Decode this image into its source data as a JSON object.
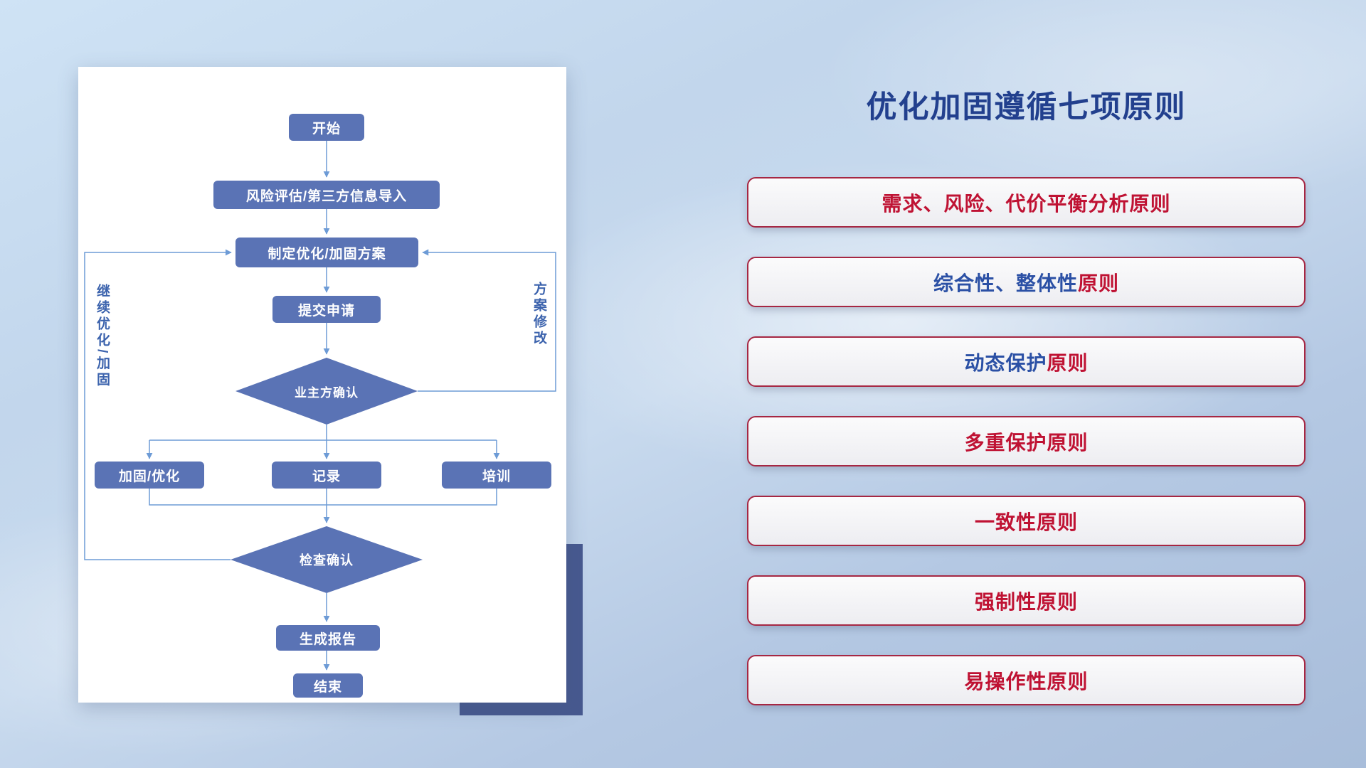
{
  "flowchart": {
    "nodes": {
      "start": "开始",
      "risk": "风险评估/第三方信息导入",
      "plan": "制定优化/加固方案",
      "submit": "提交申请",
      "owner_confirm": "业主方确认",
      "harden": "加固/优化",
      "record": "记录",
      "training": "培训",
      "check_confirm": "检查确认",
      "report": "生成报告",
      "end": "结束"
    },
    "edge_labels": {
      "continue_loop": "继续优化/加固",
      "plan_revise": "方案修改"
    }
  },
  "panel": {
    "title": "优化加固遵循七项原则",
    "principles": [
      {
        "segments": [
          {
            "text": "需求、风险、代价平衡分析原则",
            "color": "red"
          }
        ]
      },
      {
        "segments": [
          {
            "text": "综合性、整体性",
            "color": "blue"
          },
          {
            "text": "原则",
            "color": "red"
          }
        ]
      },
      {
        "segments": [
          {
            "text": "动态保护",
            "color": "blue"
          },
          {
            "text": "原则",
            "color": "red"
          }
        ]
      },
      {
        "segments": [
          {
            "text": "多重保护原则",
            "color": "red"
          }
        ]
      },
      {
        "segments": [
          {
            "text": "一致性原则",
            "color": "red"
          }
        ]
      },
      {
        "segments": [
          {
            "text": "强制性原则",
            "color": "red"
          }
        ]
      },
      {
        "segments": [
          {
            "text": "易操作性原则",
            "color": "red"
          }
        ]
      }
    ]
  },
  "colors": {
    "red": "#bf1233",
    "blue": "#2b50a5",
    "node_fill": "#5a73b5",
    "line": "#6d9bd6",
    "accent_rect": "#47598f",
    "title": "#22408e"
  }
}
